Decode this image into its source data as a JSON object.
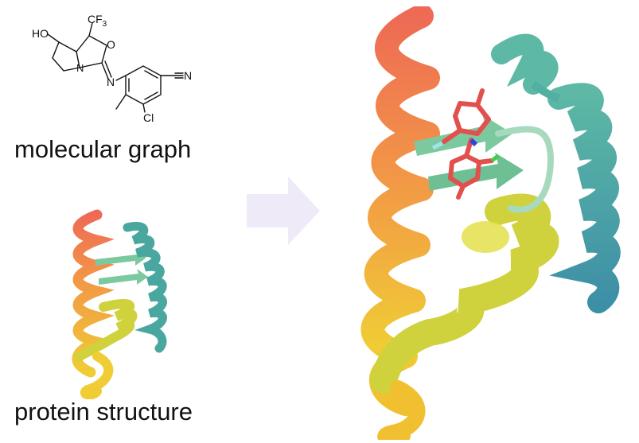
{
  "labels": {
    "molecular_graph": "molecular graph",
    "protein_structure": "protein structure"
  },
  "molecule": {
    "atoms": {
      "ho": "HO",
      "cf3": "CF",
      "cf3_sub": "3",
      "o": "O",
      "n_ring": "N",
      "n_imine": "N",
      "nitrile_n": "N",
      "cl": "Cl"
    }
  },
  "colors": {
    "arrow": "#eeeaf8",
    "helix_red": "#ee6a55",
    "helix_orange": "#f29b45",
    "helix_yellow": "#f0cc35",
    "helix_lime": "#cfd23c",
    "strand_green": "#7cc9a0",
    "helix_teal": "#4aa7a0",
    "helix_blue": "#3d8fa6",
    "ligand": "#e2504e"
  }
}
